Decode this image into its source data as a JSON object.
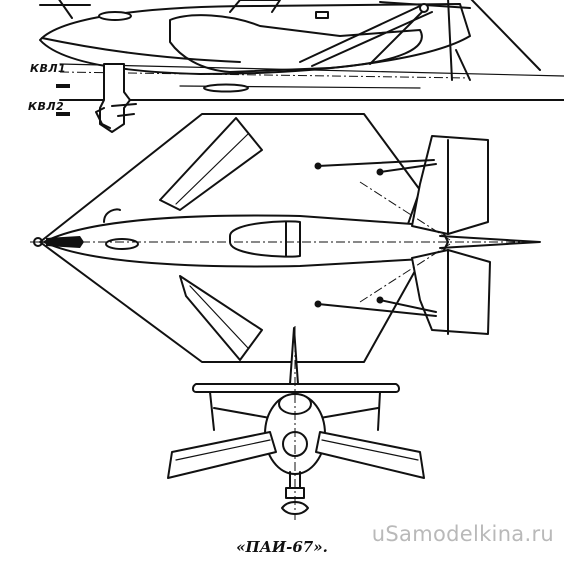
{
  "labels": {
    "waterline_1": "КВЛ1",
    "waterline_2": "КВЛ2"
  },
  "caption": "«ПАИ-67».",
  "watermark": "uSamodelkina.ru"
}
